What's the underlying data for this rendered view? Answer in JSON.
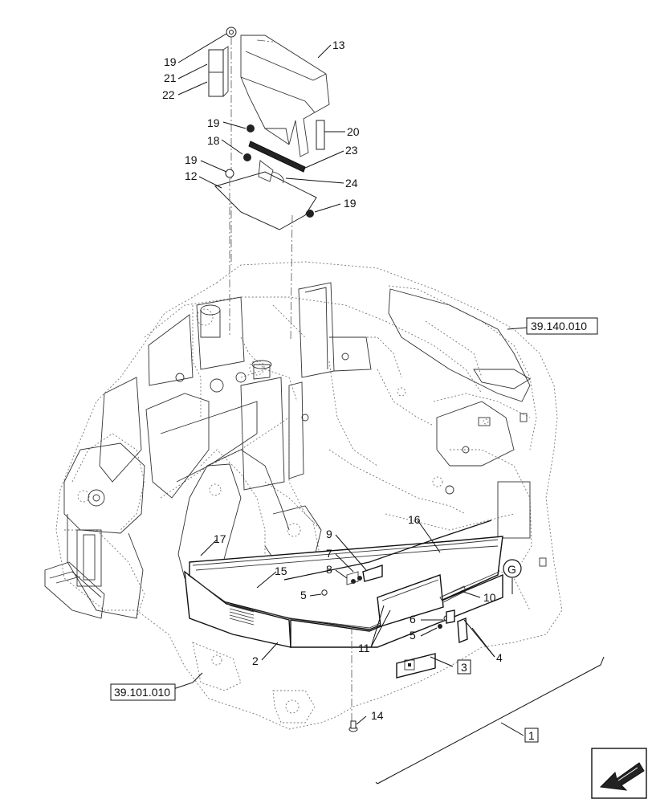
{
  "part_callouts": [
    {
      "id": "c19a",
      "text": "19"
    },
    {
      "id": "c21",
      "text": "21"
    },
    {
      "id": "c22",
      "text": "22"
    },
    {
      "id": "c13",
      "text": "13"
    },
    {
      "id": "c19b",
      "text": "19"
    },
    {
      "id": "c20",
      "text": "20"
    },
    {
      "id": "c18",
      "text": "18"
    },
    {
      "id": "c23",
      "text": "23"
    },
    {
      "id": "c19c",
      "text": "19"
    },
    {
      "id": "c12",
      "text": "12"
    },
    {
      "id": "c24",
      "text": "24"
    },
    {
      "id": "c19d",
      "text": "19"
    },
    {
      "id": "c17",
      "text": "17"
    },
    {
      "id": "c16",
      "text": "16"
    },
    {
      "id": "c9",
      "text": "9"
    },
    {
      "id": "c7",
      "text": "7"
    },
    {
      "id": "c8",
      "text": "8"
    },
    {
      "id": "c15",
      "text": "15"
    },
    {
      "id": "c5a",
      "text": "5"
    },
    {
      "id": "c10",
      "text": "10"
    },
    {
      "id": "c6",
      "text": "6"
    },
    {
      "id": "c5b",
      "text": "5"
    },
    {
      "id": "c11",
      "text": "11"
    },
    {
      "id": "c2",
      "text": "2"
    },
    {
      "id": "c4",
      "text": "4"
    },
    {
      "id": "c14",
      "text": "14"
    }
  ],
  "boxed_callouts": {
    "c3": "3",
    "c1": "1"
  },
  "references": {
    "ref_top_right": "39.140.010",
    "ref_bottom_left": "39.101.010"
  },
  "view_marker": "G",
  "nav_icon": "arrow-left-icon"
}
